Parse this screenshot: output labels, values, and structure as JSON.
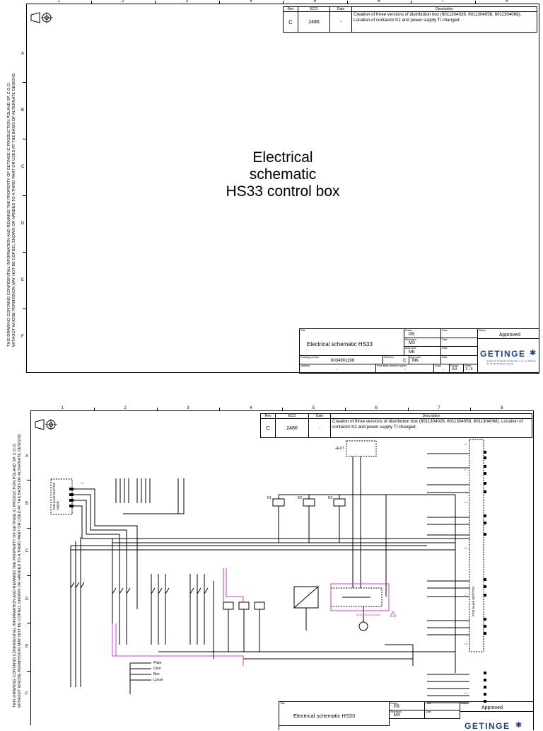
{
  "columns": [
    "1",
    "2",
    "3",
    "4",
    "5",
    "6",
    "7",
    "8"
  ],
  "rows_sheet1": [
    "A",
    "B",
    "C",
    "D",
    "E",
    "F"
  ],
  "rows_sheet2": [
    "A",
    "B",
    "C",
    "D",
    "E",
    "F"
  ],
  "confidential_line1": "THIS DRAWING CONTAINS CONFIDENTIAL INFORMATION AND REMAINS THE PROPERTY OF GETINGE IC PRODUCTION POLAND SP. Z O.O.",
  "confidential_line2": "WITHOUT WHOSE PERMISSION MAY NOT BE COPIED, SHOWN OR HANDED TO A THIRD PART OR USED AT THE BASIS OF ALTERNATE DESIGNS",
  "revision": {
    "headers": {
      "rev": "Rev",
      "eco": "ECO",
      "date": "Date",
      "description": "Description"
    },
    "rev": "C",
    "eco": "2486",
    "date": "-",
    "description": "Creation of three versions of distribution box (6011304028, 6011304058, 6011304068). Location of contactor K2 and power supply TI changed."
  },
  "cover_title": [
    "Electrical",
    "schematic",
    "HS33 control box"
  ],
  "title_block": {
    "title_label": "Title",
    "title": "Electrical schematic HS33",
    "drawn_label": "Drawn",
    "drawn": "PB",
    "reviewed_label": "Reviewed",
    "reviewed": "MS",
    "approved_label": "Approved",
    "approved": "MK",
    "date_label": "Date",
    "status_label": "Status",
    "status": "Approved",
    "drawing_number_label": "Drawing number",
    "drawing_number": "6034901196",
    "revision_label": "Revision",
    "revision": "C",
    "material_label": "Material",
    "material": "-",
    "tolerance_label": "Free affair tolerance given",
    "tolerance": "-",
    "scale_label": "Scale",
    "scale": "-",
    "format_label": "Format",
    "format": "A3",
    "sheet_label": "Sheet",
    "sheet": "1 / 6",
    "company": "GETINGE",
    "company_address": "Getinge IC Production Poland Sp. z o.o., ul. Szkolna 30, 62-064 Plewiska, Poland"
  },
  "schematic": {
    "ext_label": "+EXT",
    "pcb_supply": "PCB board 5637/750 Supply",
    "pcb_board": "PCB board 5637/750",
    "option_note": "6011304028 option",
    "contactors": [
      "K1",
      "K2",
      "K3"
    ],
    "legend": [
      "Plate",
      "Door",
      "Box",
      "Loose"
    ]
  },
  "colors": {
    "ink": "#000000",
    "option": "#d63ad6",
    "blue": "#3c8fd1",
    "brand": "#1c3f8c"
  },
  "icons": [
    "projection-symbol-icon",
    "getinge-logo-icon",
    "warning-triangle-icon"
  ]
}
